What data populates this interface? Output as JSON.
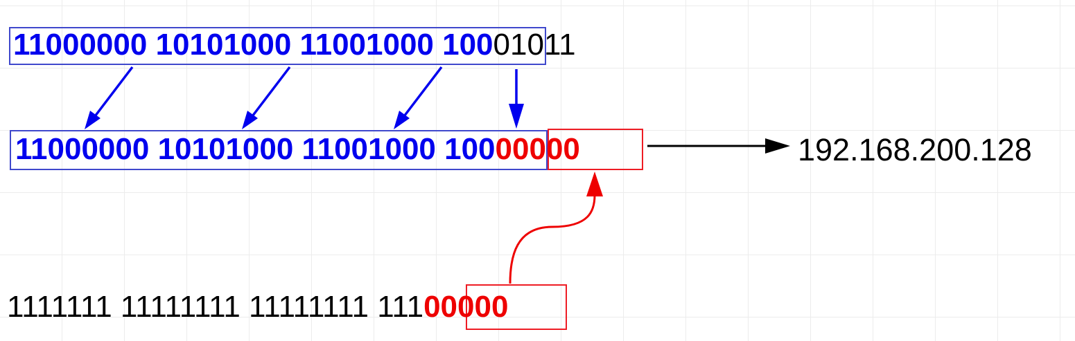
{
  "rows": {
    "original": {
      "network_bits": "11000000 10101000 11001000 100",
      "host_bits": "01011"
    },
    "result": {
      "network_bits": "11000000 10101000 11001000 100",
      "host_bits": "00000"
    },
    "mask": {
      "ones": "1111111 11111111 11111111 111",
      "zeros": "00000"
    }
  },
  "network_address": "192.168.200.128",
  "colors": {
    "network": "#0000ee",
    "network_box": "#3f48cc",
    "host": "#ee0000",
    "host_box": "#ee1c24",
    "arrow_black": "#000000"
  }
}
